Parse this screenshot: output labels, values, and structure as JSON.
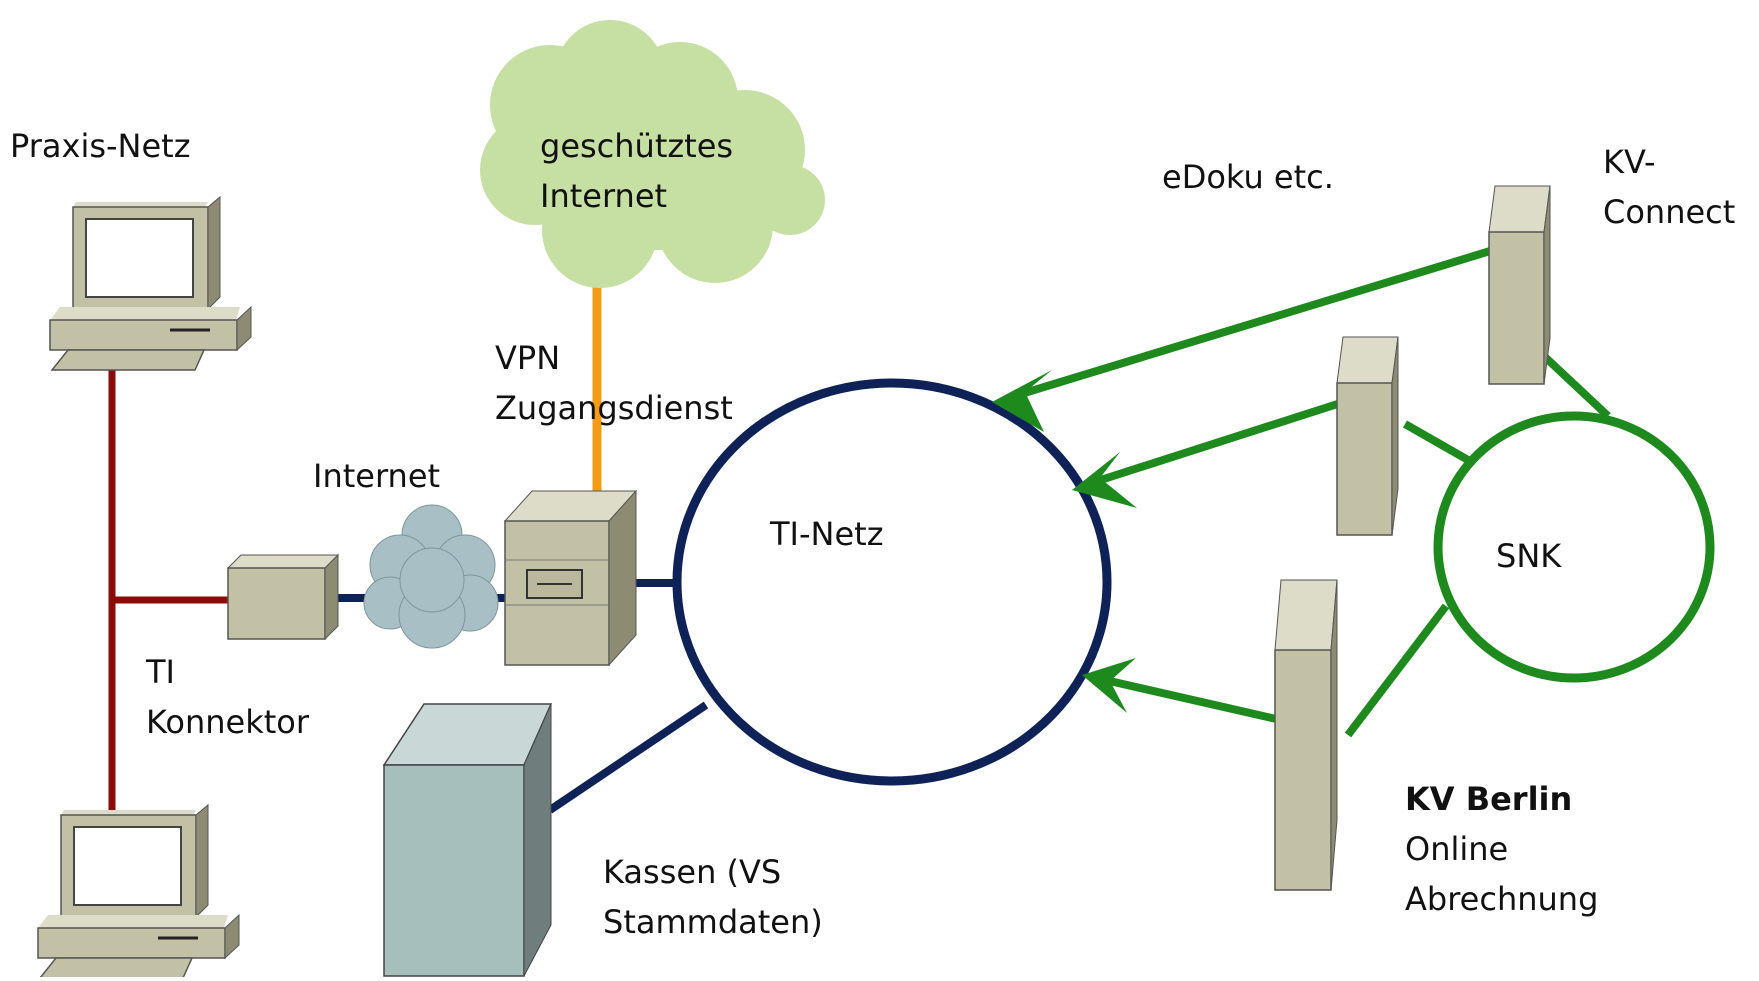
{
  "labels": {
    "praxis_netz": "Praxis-Netz",
    "geschuetztes_internet_1": "geschütztes",
    "geschuetztes_internet_2": "Internet",
    "vpn_1": "VPN",
    "vpn_2": "Zugangsdienst",
    "internet": "Internet",
    "ti_netz": "TI-Netz",
    "ti_konnektor_1": "TI",
    "ti_konnektor_2": "Konnektor",
    "kassen_1": "Kassen (VS",
    "kassen_2": "Stammdaten)",
    "edoku": "eDoku etc.",
    "kv_connect_1": "KV-",
    "kv_connect_2": "Connect",
    "snk": "SNK",
    "kv_berlin_1": "KV Berlin",
    "kv_berlin_2": "Online",
    "kv_berlin_3": "Abrechnung"
  },
  "colors": {
    "praxis_lan": "#8b0a0a",
    "ti_link": "#0f2257",
    "vpn_link": "#f59b16",
    "kv_link": "#1e8a1e",
    "cloud_green": "#c6e0a4",
    "cloud_grey": "#a9bfc6",
    "device_beige": "#c2c1a5",
    "server_teal": "#a6bebc"
  }
}
